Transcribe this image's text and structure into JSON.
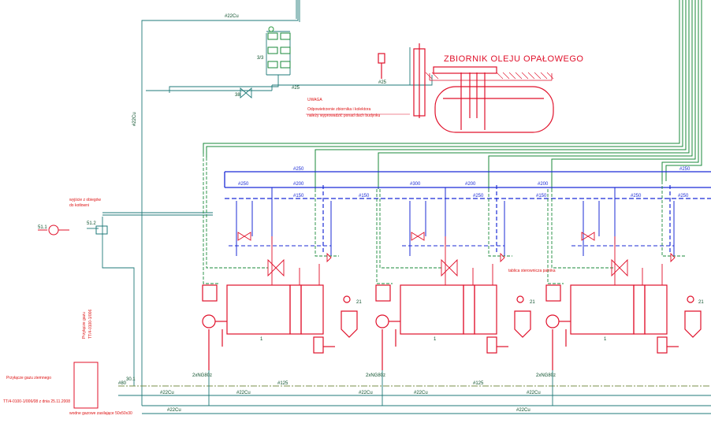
{
  "tank": {
    "title": "ZBIORNIK OLEJU OPAŁOWEGO",
    "note_lines": [
      "UWAGA",
      "Odpowietrzenie zbiornika i kolektora",
      "należy wyprowadzić ponad dach budynku"
    ]
  },
  "labels": {
    "pipe_top_1": "#22Cu",
    "pipe_top_2": "#25",
    "pipe_top_3": "#25",
    "pipe_left_v": "#22Cu",
    "p38": "38",
    "p3_1": "3/3",
    "blue_1": "#250",
    "blue_2": "#250",
    "blue_3": "#250",
    "blue_4": "#200",
    "blue_5": "#200",
    "blue_6": "#200",
    "blue_7": "#150",
    "blue_8": "#150",
    "blue_9": "#150",
    "blue_10": "#250",
    "blue_11": "#250",
    "blue_12": "#250",
    "blue_13": "#300",
    "left_note_1": "wyjście z obiegów",
    "left_note_2": "do kotłowni",
    "p512": "51.2",
    "p511": "51.1",
    "p_tablica": "tablica sterownicza palnika",
    "side_note_1": "Przyłącze gazu",
    "side_note_2": "TT/4-0100-1/006",
    "bottom_1": "#22Cu",
    "bottom_2": "#22Cu",
    "bottom_3": "#22Cu",
    "bottom_4": "#125",
    "bottom_5": "#125",
    "bottom_6": "#22Cu",
    "bottom_7": "#22Cu",
    "bottom_8": "#22Cu",
    "bottom_9": "#22Cu",
    "bottom_10": "#80",
    "bottom_11": "30.1",
    "bottom_note_1": "Przyłącze gazu ziemnego",
    "bottom_note_2": "TT/4-0100-1/006/08 z dnia 25.11.2008",
    "bottom_note_3": "wodne gazowe zasilające 50x50x30",
    "k_1": "1",
    "k_2": "1",
    "k_3": "1",
    "alt_1": "2xNG80z",
    "alt_2": "2xNG80z",
    "alt_3": "2xNG80z",
    "s_1": "21",
    "s_2": "21",
    "s_3": "21"
  }
}
